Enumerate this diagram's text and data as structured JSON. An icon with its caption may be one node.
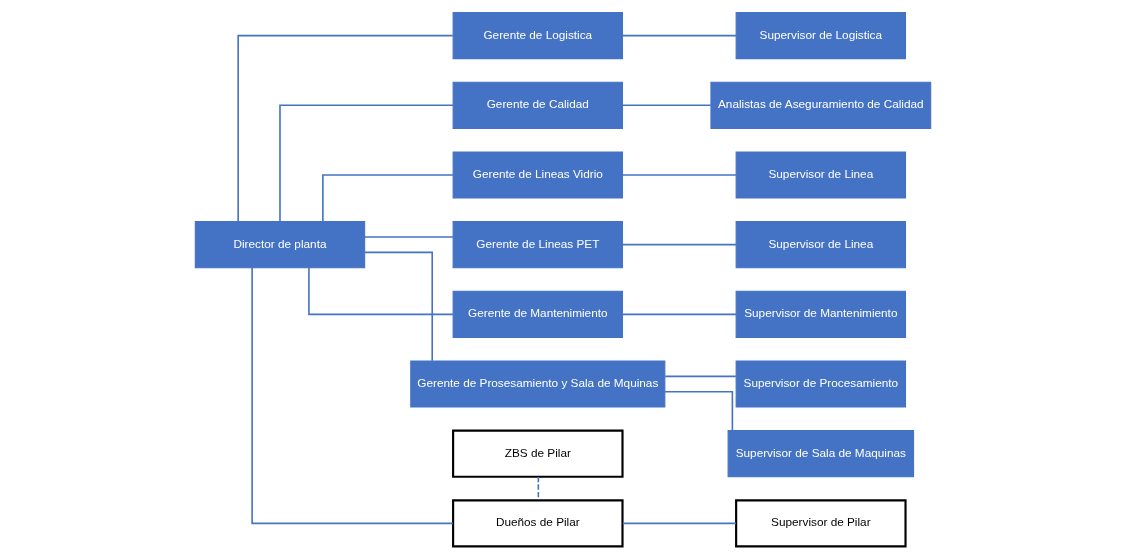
{
  "diagram": {
    "nodes": [
      {
        "text": [
          "Director de planta"
        ]
      },
      {
        "text": [
          "ZBS de Pilar"
        ]
      },
      {
        "text": [
          "Dueños de Pilar"
        ]
      },
      {
        "text": [
          "Supervisor de Pilar"
        ]
      },
      {
        "text": [
          "Gerente de Lineas Vidrio"
        ]
      },
      {
        "text": [
          "Supervisor de Linea"
        ]
      },
      {
        "text": [
          "Gerente de Lineas PET"
        ]
      },
      {
        "text": [
          "Supervisor de Linea"
        ]
      },
      {
        "text": [
          "Gerente de Mantenimiento"
        ]
      },
      {
        "text": [
          "Supervisor de Mantenimiento"
        ]
      },
      {
        "text": [
          "Gerente de Prosesamiento y Sala de Mquinas"
        ]
      },
      {
        "text": [
          "Supervisor de Procesamiento"
        ]
      },
      {
        "text": [
          "Supervisor de Sala de Maquinas"
        ]
      },
      {
        "text": [
          "Gerente de Logistica"
        ]
      },
      {
        "text": [
          "Supervisor de Logistica"
        ]
      },
      {
        "text": [
          "Gerente de Calidad"
        ]
      },
      {
        "text": [
          "Analistas de Aseguramiento de Calidad"
        ]
      }
    ],
    "edges": [
      {
        "from": 0,
        "to": 2,
        "arrow": "none"
      },
      {
        "from": 1,
        "to": 2,
        "arrow": "none",
        "style": "dashed"
      },
      {
        "from": 2,
        "to": 3,
        "arrow": "none"
      },
      {
        "from": 0,
        "to": 4,
        "arrow": "none"
      },
      {
        "from": 0,
        "to": 6,
        "arrow": "none"
      },
      {
        "from": 0,
        "to": 8,
        "arrow": "none"
      },
      {
        "from": 0,
        "to": 10,
        "arrow": "none"
      },
      {
        "from": 0,
        "to": 13,
        "arrow": "none"
      },
      {
        "from": 0,
        "to": 15,
        "arrow": "none"
      },
      {
        "from": 4,
        "to": 5,
        "arrow": "none"
      },
      {
        "from": 6,
        "to": 7,
        "arrow": "none"
      },
      {
        "from": 8,
        "to": 9,
        "arrow": "none"
      },
      {
        "from": 10,
        "to": 11,
        "arrow": "none"
      },
      {
        "from": 10,
        "to": 12,
        "arrow": "none"
      },
      {
        "from": 13,
        "to": 14,
        "arrow": "none"
      },
      {
        "from": 15,
        "to": 16,
        "arrow": "none"
      }
    ]
  }
}
